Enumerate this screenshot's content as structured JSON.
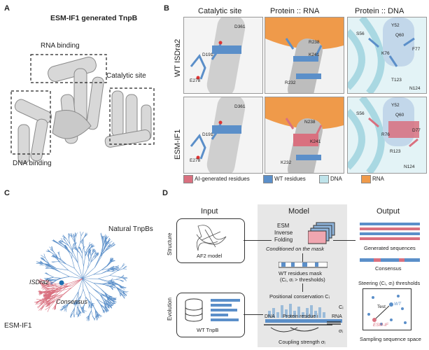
{
  "panels": {
    "A": {
      "letter": "A",
      "title": "ESM-IF1 generated TnpB",
      "labels": {
        "rna": "RNA binding",
        "catalytic": "Catalytic site",
        "dna": "DNA binding"
      }
    },
    "B": {
      "letter": "B",
      "columns": [
        "Catalytic site",
        "Protein :: RNA",
        "Protein :: DNA"
      ],
      "rows": [
        "WT ISDra2",
        "ESM-IF1"
      ],
      "residues": {
        "r1c1": [
          "D361",
          "D191",
          "E278"
        ],
        "r1c2": [
          "R238",
          "K241",
          "R232"
        ],
        "r1c3": [
          "Y52",
          "S56",
          "Q60",
          "K76",
          "F77",
          "T123",
          "N124"
        ],
        "r2c1": [
          "D361",
          "D191",
          "E278"
        ],
        "r2c2": [
          "N238",
          "K241",
          "K232"
        ],
        "r2c3": [
          "Y52",
          "S56",
          "Q60",
          "R76",
          "D77",
          "R123",
          "N124"
        ]
      },
      "legend": [
        {
          "label": "AI-generated residues",
          "color": "#d9707f"
        },
        {
          "label": "WT residues",
          "color": "#5b8fc9"
        },
        {
          "label": "DNA",
          "color": "#bfe3ea"
        },
        {
          "label": "RNA",
          "color": "#ef9a4a"
        }
      ]
    },
    "C": {
      "letter": "C",
      "labels": {
        "natural": "Natural TnpBs",
        "isdra2": "ISDra2",
        "consensus": "Consensus",
        "esm": "ESM-IF1"
      }
    },
    "D": {
      "letter": "D",
      "headers": {
        "input": "Input",
        "model": "Model",
        "output": "Output"
      },
      "side_labels": {
        "structure": "Structure",
        "evolution": "Evolution"
      },
      "input": {
        "af2": "AF2 model",
        "wt": "WT TnpB"
      },
      "model": {
        "esm_line1": "ESM",
        "esm_line2": "Inverse",
        "esm_line3": "Folding",
        "conditioned": "Conditioned on the mask",
        "mask_line1": "WT residues mask",
        "mask_line2": "(Cᵢ, σᵢ > thresholds)",
        "positional": "Positional conservation Cᵢ",
        "protein_residue": "Protein residue i",
        "dna": "DNA",
        "rna": "RNA",
        "coupling": "Coupling strength σᵢ",
        "sym_c": "Cᵢ",
        "sym_s": "σᵢ"
      },
      "output": {
        "generated": "Generated sequences",
        "consensus": "Consensus",
        "steering": "Steering (Cᵢ, σᵢ) thresholds",
        "test": "Test",
        "wt": "WT",
        "esm": "ESM-IF",
        "sampling": "Sampling sequence space"
      }
    }
  },
  "colors": {
    "ai": "#d9707f",
    "wt": "#5b8fc9",
    "dna": "#bfe3ea",
    "rna": "#ef9a4a",
    "gray": "#e6e6e6"
  }
}
